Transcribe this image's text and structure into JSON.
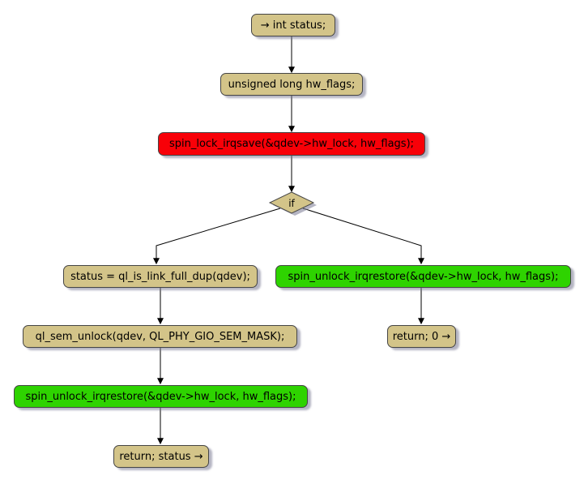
{
  "diagram": {
    "type": "flowchart",
    "colors": {
      "node_fill_tan": "#D3C489",
      "node_fill_red": "#F80008",
      "node_fill_green": "#2ED300",
      "node_border": "#454545",
      "arrow": "#000000",
      "shadow": "#8c8c99",
      "background": "#ffffff"
    },
    "nodes": {
      "start": {
        "label": "→ int status;"
      },
      "hw_flags": {
        "label": "unsigned long hw_flags;"
      },
      "spin_lock": {
        "label": "spin_lock_irqsave(&qdev->hw_lock, hw_flags);"
      },
      "if_cond": {
        "label": "if"
      },
      "status_assign": {
        "label": "status = ql_is_link_full_dup(qdev);"
      },
      "sem_unlock": {
        "label": "ql_sem_unlock(qdev, QL_PHY_GIO_SEM_MASK);"
      },
      "spin_unlock_left": {
        "label": "spin_unlock_irqrestore(&qdev->hw_lock, hw_flags);"
      },
      "return_status": {
        "label": "return; status →"
      },
      "spin_unlock_right": {
        "label": "spin_unlock_irqrestore(&qdev->hw_lock, hw_flags);"
      },
      "return_zero": {
        "label": "return; 0 →"
      }
    },
    "edges": [
      {
        "from": "start",
        "to": "hw_flags"
      },
      {
        "from": "hw_flags",
        "to": "spin_lock"
      },
      {
        "from": "spin_lock",
        "to": "if_cond"
      },
      {
        "from": "if_cond",
        "to": "status_assign"
      },
      {
        "from": "if_cond",
        "to": "spin_unlock_right"
      },
      {
        "from": "status_assign",
        "to": "sem_unlock"
      },
      {
        "from": "sem_unlock",
        "to": "spin_unlock_left"
      },
      {
        "from": "spin_unlock_left",
        "to": "return_status"
      },
      {
        "from": "spin_unlock_right",
        "to": "return_zero"
      }
    ]
  }
}
